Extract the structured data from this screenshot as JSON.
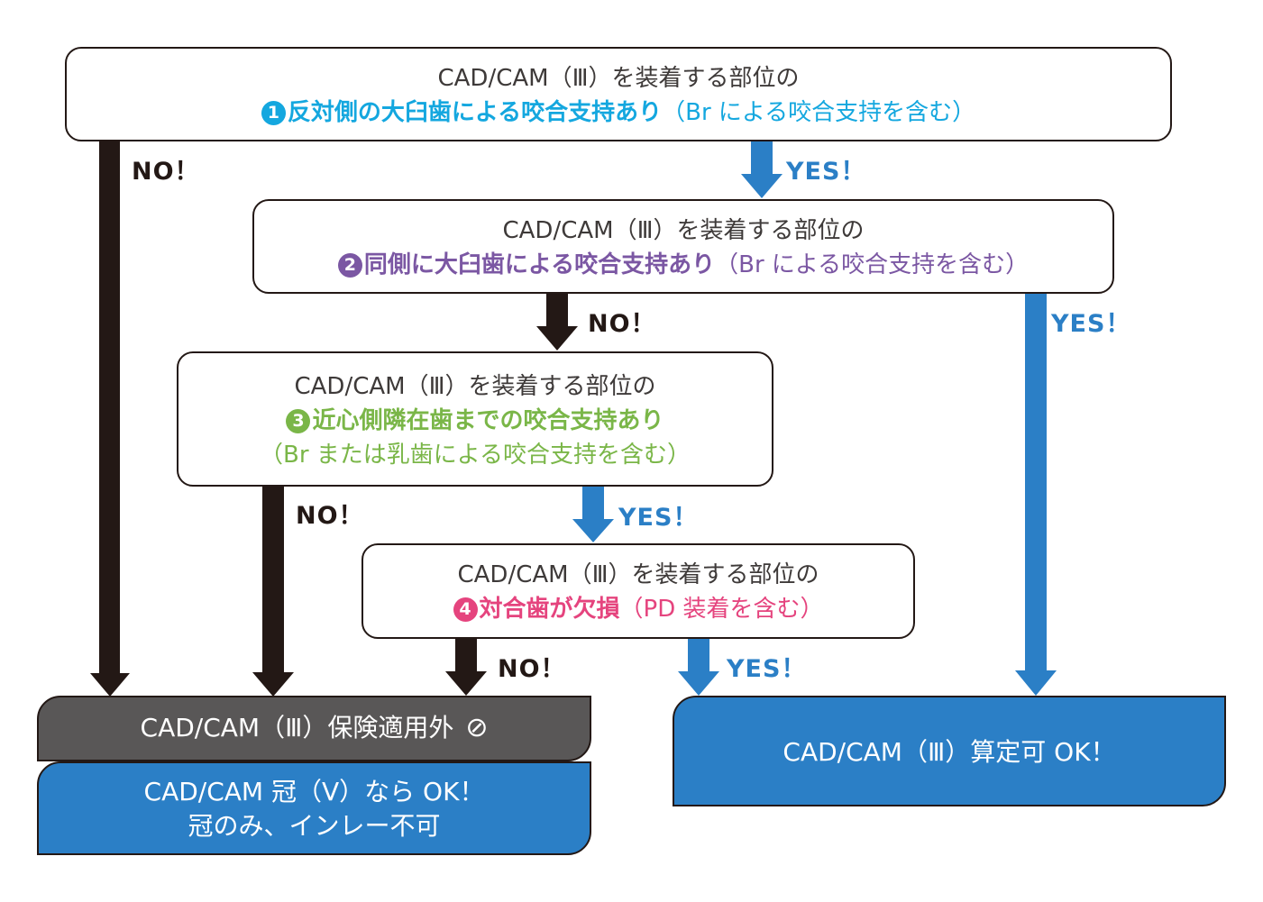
{
  "colors": {
    "dark": "#231815",
    "text": "#3e3a39",
    "cyan": "#14a7df",
    "purple": "#7b57a3",
    "green": "#7ab648",
    "pink": "#e5447e",
    "yes_blue": "#2b7fc6",
    "gray_box": "#595757"
  },
  "questions": [
    {
      "id": 1,
      "line1": "CAD/CAM（Ⅲ）を装着する部位の",
      "number": "1",
      "bold": "反対側の大臼歯による咬合支持あり",
      "normal": "（Br による咬合支持を含む）"
    },
    {
      "id": 2,
      "line1": "CAD/CAM（Ⅲ）を装着する部位の",
      "number": "2",
      "bold": "同側に大臼歯による咬合支持あり",
      "normal": "（Br による咬合支持を含む）"
    },
    {
      "id": 3,
      "line1": "CAD/CAM（Ⅲ）を装着する部位の",
      "number": "3",
      "bold": "近心側隣在歯までの咬合支持あり",
      "normal": "（Br または乳歯による咬合支持を含む）"
    },
    {
      "id": 4,
      "line1": "CAD/CAM（Ⅲ）を装着する部位の",
      "number": "4",
      "bold": "対合歯が欠損",
      "normal": "（PD 装着を含む）"
    }
  ],
  "results": {
    "not_covered": {
      "text": "CAD/CAM（Ⅲ）保険適用外",
      "icon": "prohibited-icon",
      "glyph": "⊘"
    },
    "alternative": {
      "line1": "CAD/CAM 冠（Ⅴ）なら OK！",
      "line2": "冠のみ、インレー不可"
    },
    "approved": {
      "text": "CAD/CAM（Ⅲ）算定可 OK！"
    }
  },
  "edge_labels": {
    "yes": "YES！",
    "no": "NO！"
  }
}
